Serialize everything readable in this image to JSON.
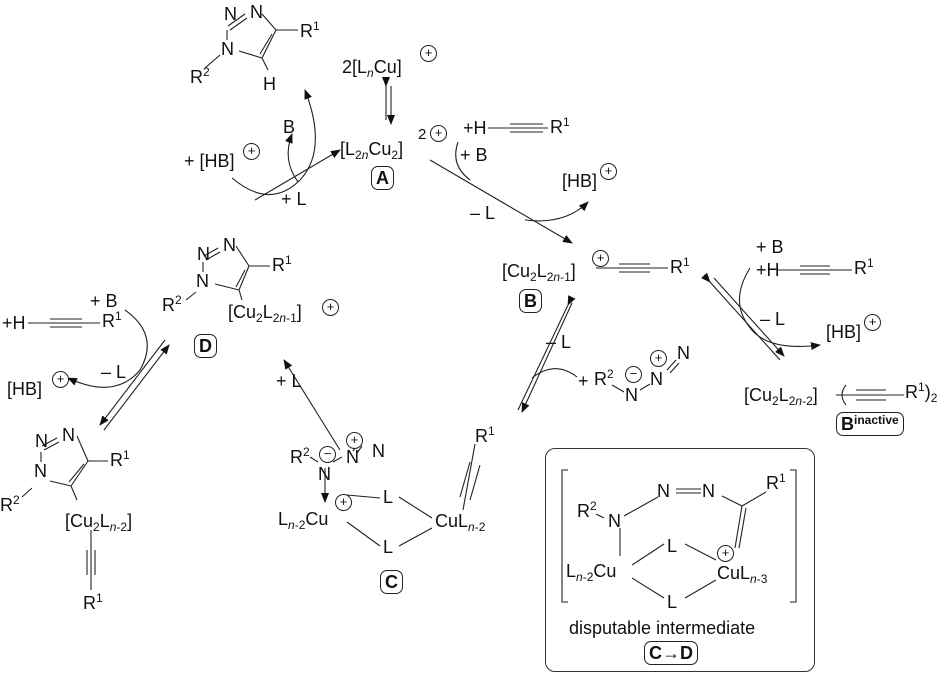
{
  "title": "CuAAC catalytic cycle (dinuclear copper mechanism)",
  "species": {
    "A": {
      "label": "A",
      "formula_prefix": "[L",
      "sub1": "2n",
      "mid": "Cu",
      "sub2": "2",
      "suffix": "]",
      "charge": "2"
    },
    "monomer": {
      "coef": "2",
      "formula": "[L",
      "sub": "n",
      "mid": "Cu]"
    },
    "B": {
      "label": "B",
      "formula": "[Cu",
      "sub1": "2",
      "mid": "L",
      "sub2": "2n-1",
      "suffix": "]",
      "substituent": "R",
      "sup": "1"
    },
    "B_inactive": {
      "label": "B",
      "label_sup": "inactive",
      "formula": "[Cu",
      "sub1": "2",
      "mid": "L",
      "sub2": "2n-2",
      "suffix": "]",
      "substituent": "R",
      "sup": "1",
      "multiplier": "2"
    },
    "C": {
      "label": "C",
      "left_metal_pre": "L",
      "left_sub": "n-2",
      "left_metal": "Cu",
      "right_metal": "Cu",
      "right_L": "L",
      "right_sub": "n-2",
      "bridge": "L",
      "azide_R": "R",
      "azide_R_sup": "2",
      "N": "N",
      "alkyne_R": "R",
      "alkyne_R_sup": "1"
    },
    "D": {
      "label": "D",
      "formula": "[Cu",
      "sub1": "2",
      "mid": "L",
      "sub2": "2n-1",
      "suffix": "]"
    },
    "product": {
      "R1": "R",
      "R1_sup": "1",
      "R2": "R",
      "R2_sup": "2",
      "H": "H",
      "N": "N"
    },
    "D_dimer": {
      "formula": "[Cu",
      "sub1": "2",
      "mid": "L",
      "sub2": "n-2",
      "suffix": "]",
      "R": "R",
      "sup1": "1",
      "sup2": "2"
    }
  },
  "reagents": {
    "hb_plus": "+ [HB]",
    "hb": "[HB]",
    "plus_l": "+ L",
    "minus_l": "– L",
    "plus_b": "+ B",
    "b": "B",
    "plus_h": "+H",
    "plus": "+",
    "r": "R",
    "sup1": "1",
    "sup2": "2"
  },
  "inset": {
    "caption": "disputable intermediate",
    "label": "C→D",
    "left_metal_pre": "L",
    "left_sub": "n-2",
    "left_metal": "Cu",
    "right_metal": "CuL",
    "right_sub": "n-3",
    "bridge": "L",
    "N": "N",
    "R": "R",
    "sup1": "1",
    "sup2": "2"
  },
  "charge_symbol": "+"
}
